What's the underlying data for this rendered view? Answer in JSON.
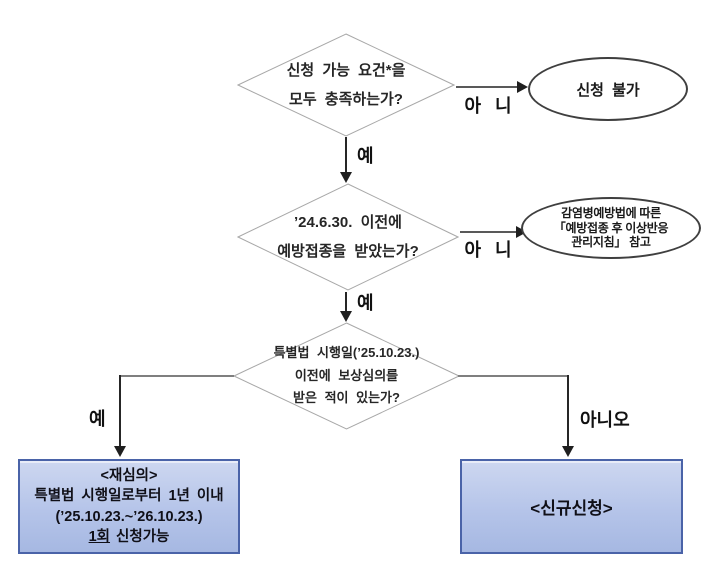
{
  "flowchart": {
    "decision1": {
      "lines": [
        "신청 가능 요건*을",
        "모두 충족하는가?"
      ],
      "branch_yes": "예",
      "branch_no": "아 니"
    },
    "terminal_reject": {
      "label": "신청 불가"
    },
    "decision2": {
      "lines": [
        "’24.6.30. 이전에",
        "예방접종을 받았는가?"
      ],
      "branch_yes": "예",
      "branch_no": "아 니"
    },
    "terminal_guideline": {
      "lines": [
        "감염병예방법에 따른",
        "「예방접종 후 이상반응",
        "관리지침」 참고"
      ]
    },
    "decision3": {
      "lines": [
        "특별법 시행일(’25.10.23.)",
        "이전에 보상심의를",
        "받은 적이 있는가?"
      ],
      "branch_yes": "예",
      "branch_no": "아니오"
    },
    "result_rereview": {
      "title": "<재심의>",
      "line2": "특별법 시행일로부터 1년 이내",
      "line3": "(’25.10.23.~’26.10.23.)",
      "count_underlined": "1회",
      "count_rest": "신청가능"
    },
    "result_new": {
      "label": "<신규신청>"
    }
  },
  "colors": {
    "result_box_border": "#4a63a8",
    "result_box_fill_top": "#cdd7f0",
    "result_box_fill_bottom": "#a6b8e2",
    "diamond_border": "#a8a8a8",
    "oval_border": "#3f3f3f",
    "arrow": "#1f1f1f",
    "connector_gray": "#7f7f7f"
  }
}
